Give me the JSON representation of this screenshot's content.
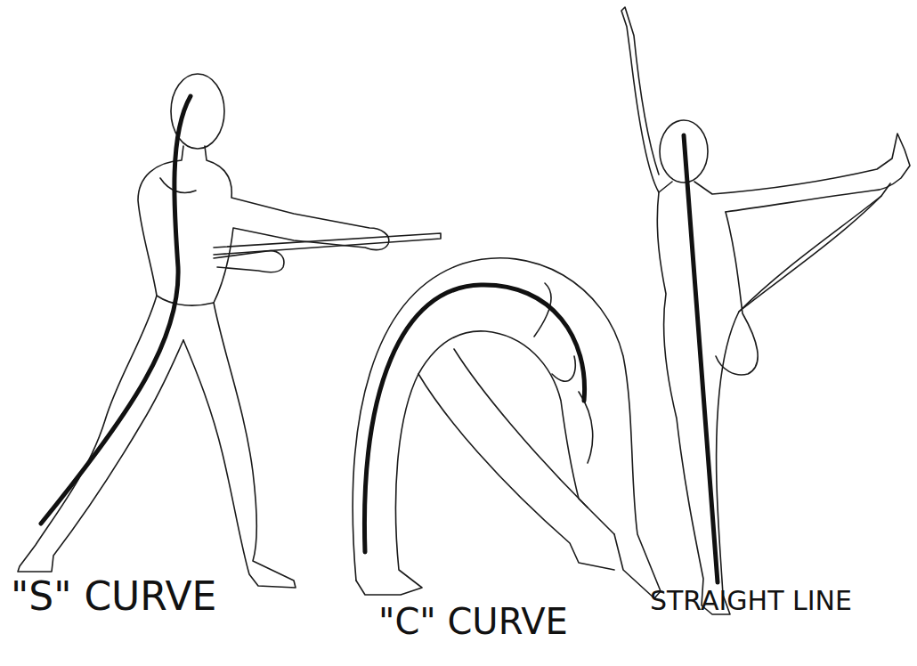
{
  "diagram": {
    "labels": [
      "\"S\" CURVE",
      "\"C\" CURVE",
      "STRAIGHT LINE"
    ]
  }
}
